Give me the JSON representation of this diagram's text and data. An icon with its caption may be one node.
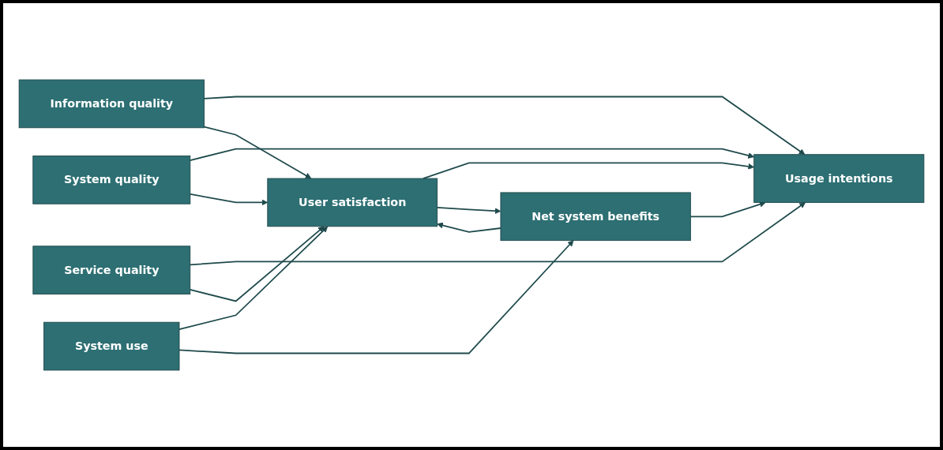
{
  "diagram": {
    "nodes": [
      {
        "text": [
          "Information quality"
        ]
      },
      {
        "text": [
          "System quality"
        ]
      },
      {
        "text": [
          "Service quality"
        ]
      },
      {
        "text": [
          "Usage intentions"
        ]
      },
      {
        "text": [
          "System use"
        ]
      },
      {
        "text": [
          "User satisfaction"
        ]
      },
      {
        "text": [
          "Net system benefits"
        ]
      }
    ],
    "edges": [
      {
        "from": 0,
        "to": 3,
        "arrow": "to"
      },
      {
        "from": 0,
        "to": 5,
        "arrow": "to"
      },
      {
        "from": 1,
        "to": 3,
        "arrow": "to"
      },
      {
        "from": 1,
        "to": 5,
        "arrow": "to"
      },
      {
        "from": 2,
        "to": 3,
        "arrow": "to"
      },
      {
        "from": 2,
        "to": 5,
        "arrow": "to"
      },
      {
        "from": 4,
        "to": 5,
        "arrow": "to"
      },
      {
        "from": 5,
        "to": 3,
        "arrow": "to"
      },
      {
        "from": 4,
        "to": 6,
        "arrow": "to"
      },
      {
        "from": 5,
        "to": 6,
        "arrow": "to"
      },
      {
        "from": 6,
        "to": 3,
        "arrow": "to"
      },
      {
        "from": 6,
        "to": 5,
        "arrow": "to"
      }
    ]
  }
}
